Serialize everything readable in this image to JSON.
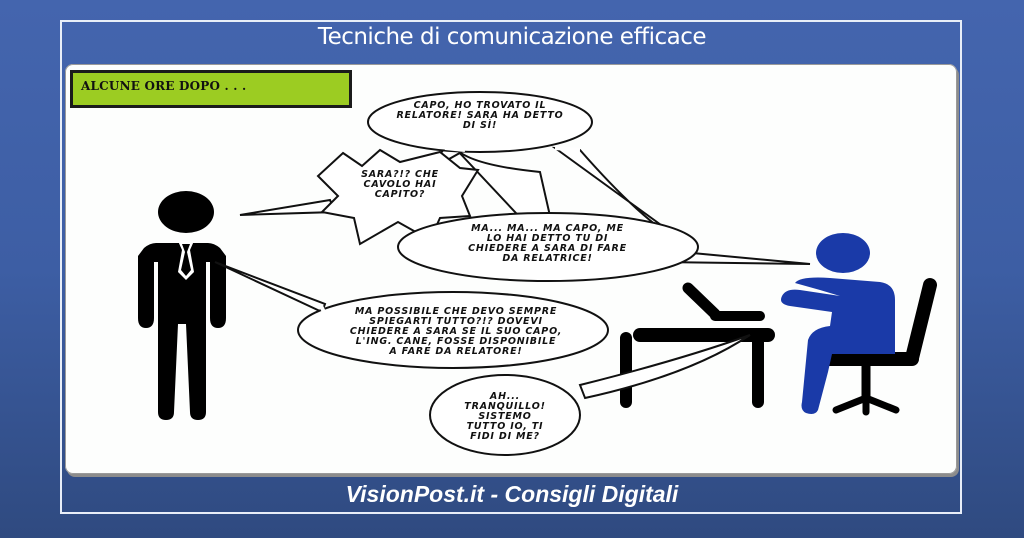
{
  "header": {
    "title": "Tecniche di comunicazione efficace"
  },
  "caption": {
    "text": "ALCUNE ORE DOPO . . ."
  },
  "bubbles": [
    {
      "speaker": "boss",
      "text": "Capo, ho trovato il relatore! Sara ha detto di sì!"
    },
    {
      "speaker": "boss",
      "text": "Sara?!? Che cavolo hai capito?"
    },
    {
      "speaker": "employee",
      "text": "Ma... ma... ma capo, me lo hai detto tu di chiedere a Sara di fare da relatrice!"
    },
    {
      "speaker": "boss",
      "text": "Ma possibile che devo sempre spiegarti tutto?!? Dovevi chiedere a Sara se il suo capo, l'Ing. Cane, fosse disponibile a fare da relatore!"
    },
    {
      "speaker": "employee",
      "text": "Ah... tranquillo! Sistemo tutto io, ti fidi di me?"
    }
  ],
  "bubble_lines": {
    "b1": [
      "CAPO, HO TROVATO IL",
      "RELATORE! SARA HA DETTO",
      "DI SÌ!"
    ],
    "b2": [
      "SARA?!? CHE",
      "CAVOLO HAI",
      "CAPITO?"
    ],
    "b3": [
      "MA... MA... MA CAPO, ME",
      "LO HAI DETTO TU DI",
      "CHIEDERE A SARA DI FARE",
      "DA RELATRICE!"
    ],
    "b4": [
      "MA POSSIBILE CHE DEVO SEMPRE",
      "SPIEGARTI TUTTO?!? DOVEVI",
      "CHIEDERE A SARA SE IL SUO CAPO,",
      "L'ING. CANE, FOSSE DISPONIBILE",
      "A FARE DA RELATORE!"
    ],
    "b5": [
      "AH...",
      "TRANQUILLO!",
      "SISTEMO",
      "TUTTO IO, TI",
      "FIDI DI ME?"
    ]
  },
  "colors": {
    "background": "#4163aa",
    "caption_bg": "#9ccc22",
    "employee_figure": "#1a3aa8",
    "boss_figure": "#000000"
  },
  "footer": {
    "text": "VisionPost.it - Consigli Digitali"
  }
}
